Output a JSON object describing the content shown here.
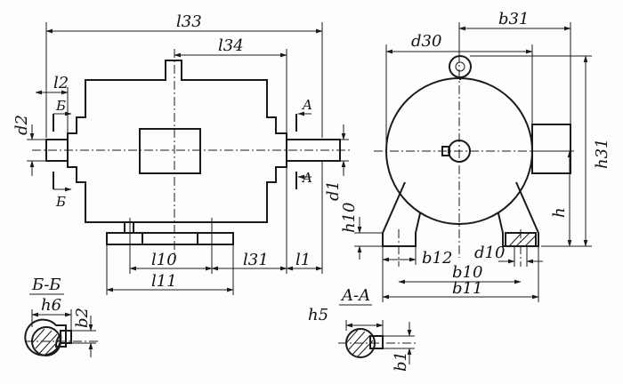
{
  "dimensions": {
    "l33": "l33",
    "l34": "l34",
    "l2": "l2",
    "l10": "l10",
    "l11": "l11",
    "l31": "l31",
    "l1": "l1",
    "d2": "d2",
    "d1": "d1",
    "b31": "b31",
    "d30": "d30",
    "h31": "h31",
    "h": "h",
    "h10": "h10",
    "b12": "b12",
    "d10": "d10",
    "b10": "b10",
    "b11": "b11"
  },
  "sections": {
    "bb_title": "Б-Б",
    "bb_h": "h6",
    "bb_b": "b2",
    "aa_title": "A-A",
    "aa_h": "h5",
    "aa_b": "b1"
  },
  "cut_markers": {
    "b_upper": "Б",
    "b_lower": "Б",
    "a_upper": "A",
    "a_lower": "A"
  }
}
